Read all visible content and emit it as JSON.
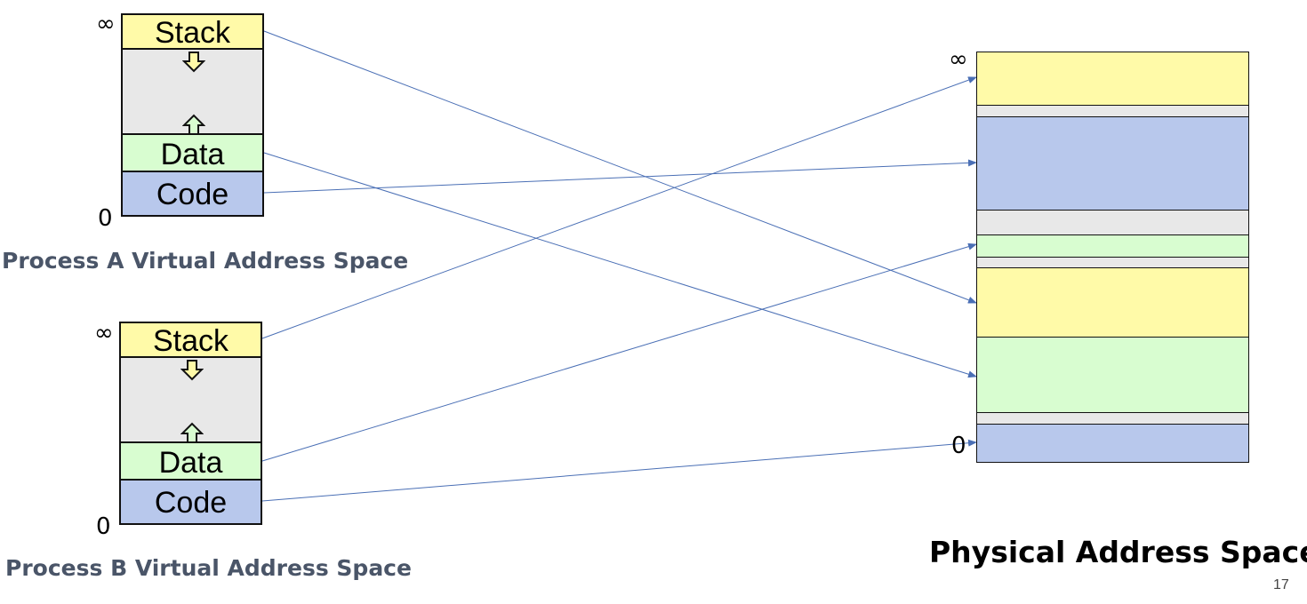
{
  "process_a": {
    "caption": "Process A Virtual Address Space",
    "top_mark": "∞",
    "bottom_mark": "0",
    "segments": {
      "stack": "Stack",
      "data": "Data",
      "code": "Code"
    }
  },
  "process_b": {
    "caption": "Process B Virtual Address Space",
    "top_mark": "∞",
    "bottom_mark": "0",
    "segments": {
      "stack": "Stack",
      "data": "Data",
      "code": "Code"
    }
  },
  "physical": {
    "caption": "Physical Address Space",
    "top_mark": "∞",
    "bottom_mark": "0",
    "regions_top_to_bottom": [
      "stack",
      "free",
      "code",
      "free",
      "data",
      "free",
      "stack",
      "data",
      "free",
      "code"
    ]
  },
  "mappings": [
    {
      "from": "Process A Stack",
      "to": "physical stack (lower)"
    },
    {
      "from": "Process A Data",
      "to": "physical data (lower)"
    },
    {
      "from": "Process A Code",
      "to": "physical code (upper)"
    },
    {
      "from": "Process B Stack",
      "to": "physical stack (upper)"
    },
    {
      "from": "Process B Data",
      "to": "physical data (upper)"
    },
    {
      "from": "Process B Code",
      "to": "physical code (lower)"
    }
  ],
  "colors": {
    "stack": "#fffaa8",
    "free": "#e8e8e8",
    "data": "#d8fdd0",
    "code": "#b8c8ec",
    "arrow": "#4a6fb5",
    "caption_gray": "#4a5568"
  },
  "page_number": "17"
}
